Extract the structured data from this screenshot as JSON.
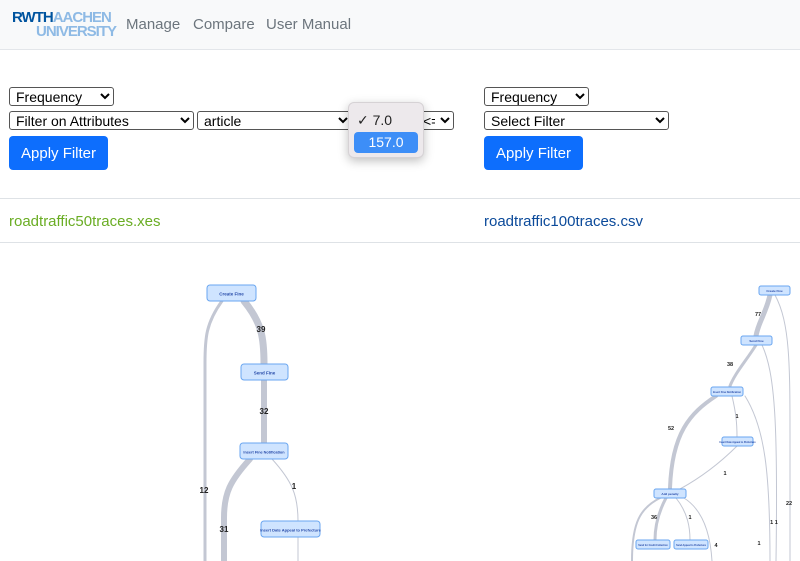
{
  "nav": {
    "logo_line1a": "RWTH",
    "logo_line1b": "AACHEN",
    "logo_line2": "UNIVERSITY",
    "links": [
      "Manage",
      "Compare",
      "User Manual"
    ]
  },
  "left_panel": {
    "metric_select": "Frequency",
    "filter_type_select": "Filter on Attributes",
    "attribute_select": "article",
    "operator_select": "<=",
    "apply_button": "Apply Filter",
    "file_name": "roadtraffic50traces.xes"
  },
  "right_panel": {
    "metric_select": "Frequency",
    "filter_select": "Select Filter",
    "apply_button": "Apply Filter",
    "file_name": "roadtraffic100traces.csv"
  },
  "value_dropdown": {
    "options": [
      "7.0",
      "157.0"
    ],
    "checked_index": 0,
    "highlighted_index": 1,
    "check_mark": "✓"
  },
  "left_graph": {
    "nodes": [
      "Create Fine",
      "Send Fine",
      "Insert Fine Notification",
      "Insert Date Appeal to Prefecture"
    ],
    "edge_labels": [
      "39",
      "32",
      "12",
      "1",
      "31"
    ]
  },
  "right_graph": {
    "nodes": [
      "Create Fine",
      "Send Fine",
      "Insert Fine Notification",
      "Insert Date Appeal to Prefecture",
      "Add penalty",
      "Send for Credit Collection",
      "Send Appeal to Prefecture"
    ],
    "edge_labels": [
      "77",
      "38",
      "1",
      "52",
      "1",
      "36",
      "1",
      "4",
      "1",
      "1 1",
      "22"
    ]
  },
  "colors": {
    "primary_button": "#0d6efd",
    "file_left": "#6aad24",
    "file_right": "#0b4a9a",
    "node_fill": "#cfe4ff",
    "node_stroke": "#6aa6f0"
  }
}
